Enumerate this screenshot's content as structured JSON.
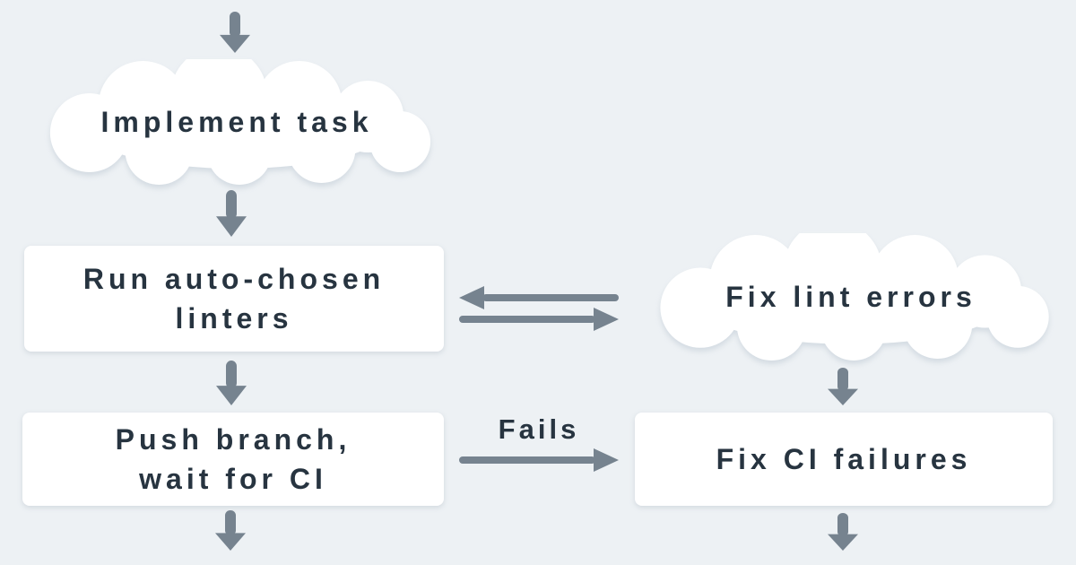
{
  "diagram": {
    "colors": {
      "background": "#edf1f4",
      "node_fill": "#ffffff",
      "arrow": "#76838f",
      "text": "#273440"
    },
    "nodes": [
      {
        "id": "implement-task",
        "shape": "cloud",
        "label": "Implement task"
      },
      {
        "id": "run-auto-chosen-linters",
        "shape": "rounded-rect",
        "lines": [
          "Run auto-chosen",
          "linters"
        ]
      },
      {
        "id": "fix-lint-errors",
        "shape": "cloud",
        "label": "Fix lint errors"
      },
      {
        "id": "push-branch-wait-for-ci",
        "shape": "rounded-rect",
        "lines": [
          "Push branch,",
          "wait for CI"
        ]
      },
      {
        "id": "fix-ci-failures",
        "shape": "rounded-rect",
        "label": "Fix CI failures"
      }
    ],
    "edges": [
      {
        "from": "offscreen-top",
        "to": "implement-task",
        "direction": "down"
      },
      {
        "from": "implement-task",
        "to": "run-auto-chosen-linters",
        "direction": "down"
      },
      {
        "from": "fix-lint-errors",
        "to": "run-auto-chosen-linters",
        "direction": "left"
      },
      {
        "from": "run-auto-chosen-linters",
        "to": "fix-lint-errors",
        "direction": "right"
      },
      {
        "from": "run-auto-chosen-linters",
        "to": "push-branch-wait-for-ci",
        "direction": "down"
      },
      {
        "from": "fix-lint-errors",
        "to": "fix-ci-failures",
        "direction": "down"
      },
      {
        "from": "push-branch-wait-for-ci",
        "to": "fix-ci-failures",
        "direction": "right",
        "label": "Fails"
      },
      {
        "from": "push-branch-wait-for-ci",
        "to": "offscreen-bottom",
        "direction": "down"
      },
      {
        "from": "fix-ci-failures",
        "to": "offscreen-bottom",
        "direction": "down"
      }
    ]
  }
}
